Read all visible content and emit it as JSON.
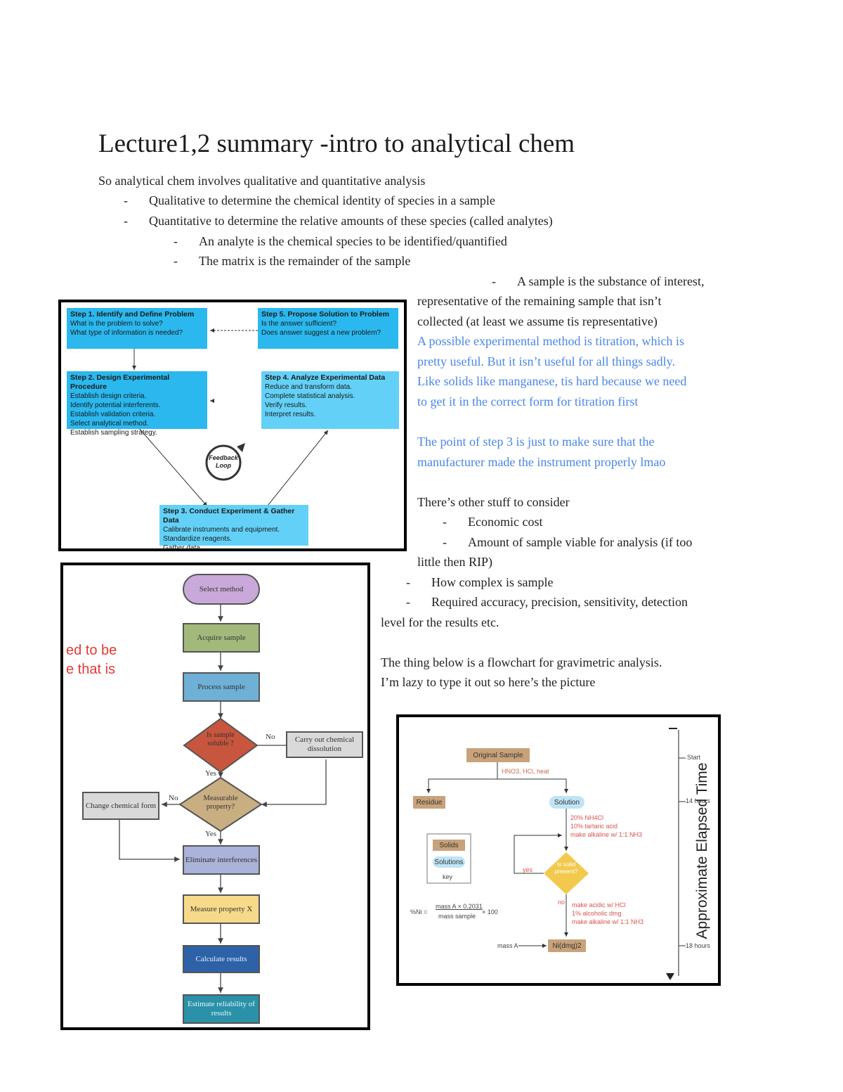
{
  "title": "Lecture1,2 summary -intro to analytical chem",
  "lines": [
    "So analytical chem involves qualitative and quantitative analysis",
    "Qualitative to determine the chemical identity of species in a sample",
    "Quantitative to determine the relative amounts of these species (called analytes)",
    "An analyte is the chemical species to be identified/quantified",
    "The matrix is the remainder of the sample",
    "A sample is the substance of interest,",
    "representative of the remaining sample that isn’t",
    "collected (at least we assume tis representative)",
    "A possible experimental method is titration, which is",
    "pretty useful. But it isn’t useful for all things sadly.",
    "Like solids like manganese, tis hard because we need",
    "to get it in the correct form for titration first",
    "The point of step 3 is just to make sure that the",
    "manufacturer made the instrument properly lmao",
    "There’s other stuff to consider",
    "Economic cost",
    "Amount of sample viable for analysis (if too",
    "little then RIP)",
    "How complex is sample",
    "Required accuracy, precision, sensitivity, detection",
    "level for the results etc.",
    "The thing below is a flowchart for gravimetric analysis.",
    "I’m lazy to type it out so here’s the picture"
  ],
  "dash": "-",
  "fig1": {
    "step1_title": "Step 1. Identify and Define Problem",
    "step1_body": [
      "What is the problem to solve?",
      "What type of information is needed?"
    ],
    "step5_title": "Step 5. Propose Solution to Problem",
    "step5_body": [
      "Is the answer sufficient?",
      "Does answer suggest a new problem?"
    ],
    "step2_title": "Step 2. Design Experimental Procedure",
    "step2_body": [
      "Establish design criteria.",
      "Identify potential interferents.",
      "Establish validation criteria.",
      "Select analytical method.",
      "Establish sampling strategy."
    ],
    "step4_title": "Step 4. Analyze Experimental Data",
    "step4_body": [
      "Reduce and transform data.",
      "Complete statistical analysis.",
      "Verify results.",
      "Interpret results."
    ],
    "step3_title": "Step 3. Conduct Experiment & Gather Data",
    "step3_body": [
      "Calibrate instruments and equipment.",
      "Standardize reagents.",
      "Gather data."
    ],
    "feedback": [
      "Feedback",
      "Loop"
    ]
  },
  "fig2": {
    "select": "Select method",
    "acquire": "Acquire sample",
    "process": "Process sample",
    "soluble": "Is sample soluble ?",
    "dissolve": "Carry out chemical dissolution",
    "measurable": "Measurable property?",
    "change": "Change chemical form",
    "eliminate": "Eliminate interferences",
    "measure": "Measure property X",
    "calculate": "Calculate results",
    "estimate": "Estimate reliability of results",
    "yes": "Yes",
    "no": "No",
    "cut_text": [
      "ed to be",
      "e that is"
    ]
  },
  "fig3": {
    "original": "Original Sample",
    "acid": "HNO3, HCl, heat",
    "residue": "Residue",
    "solution": "Solution",
    "reagents": [
      "20% NH4Cl",
      "10% tartaric acid",
      "make alkaline w/ 1:1 NH3"
    ],
    "question": "Is solid present?",
    "yes": "yes",
    "no": "no",
    "acidify": [
      "make acidic w/ HCl",
      "1% alcoholic dmg",
      "make alkaline w/ 1:1 NH3"
    ],
    "key": [
      "Solids",
      "Solutions",
      "key"
    ],
    "formula_left": "%Ni =",
    "formula_num": "mass A × 0.2031",
    "formula_den": "mass sample",
    "formula_right": "× 100",
    "massA": "mass A",
    "product": "Ni(dmg)2",
    "axis": "Approximate Elapsed Time",
    "start": "Start",
    "t14": "14 hours",
    "t18": "18 hours"
  }
}
